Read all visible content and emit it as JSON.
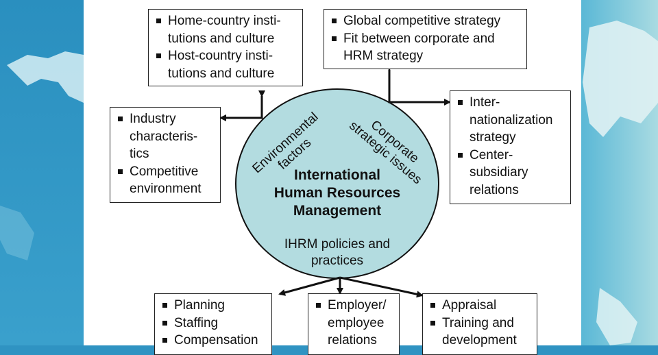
{
  "center": {
    "title_line1": "International",
    "title_line2": "Human Resources",
    "title_line3": "Management",
    "policies_line1": "IHRM policies and",
    "policies_line2": "practices",
    "environmental_line1": "Environmental",
    "environmental_line2": "factors",
    "corporate_line1": "Corporate",
    "corporate_line2": "strategic issues"
  },
  "boxes": {
    "home_host": [
      {
        "line1": "Home-country insti-",
        "line2": "tutions and culture"
      },
      {
        "line1": "Host-country insti-",
        "line2": "tutions and culture"
      }
    ],
    "industry": [
      {
        "line1": "Industry",
        "line2": "characteris-",
        "line3": "tics"
      },
      {
        "line1": "Competitive",
        "line2": "environment"
      }
    ],
    "global_strategy": [
      {
        "line1": "Global competitive strategy"
      },
      {
        "line1": "Fit between corporate and",
        "line2": "HRM strategy"
      }
    ],
    "internationalization": [
      {
        "line1": "Inter-",
        "line2": "nationalization",
        "line3": "strategy"
      },
      {
        "line1": "Center-",
        "line2": "subsidiary",
        "line3": "relations"
      }
    ],
    "planning": [
      "Planning",
      "Staffing",
      "Compensation"
    ],
    "employer": [
      {
        "line1": "Employer/",
        "line2": "employee",
        "line3": "relations"
      }
    ],
    "appraisal": [
      {
        "line1": "Appraisal"
      },
      {
        "line1": "Training and",
        "line2": "development"
      }
    ]
  },
  "colors": {
    "circle_fill": "#b3dce0",
    "background_blue": "#2f93c2",
    "arrow": "#111111"
  }
}
